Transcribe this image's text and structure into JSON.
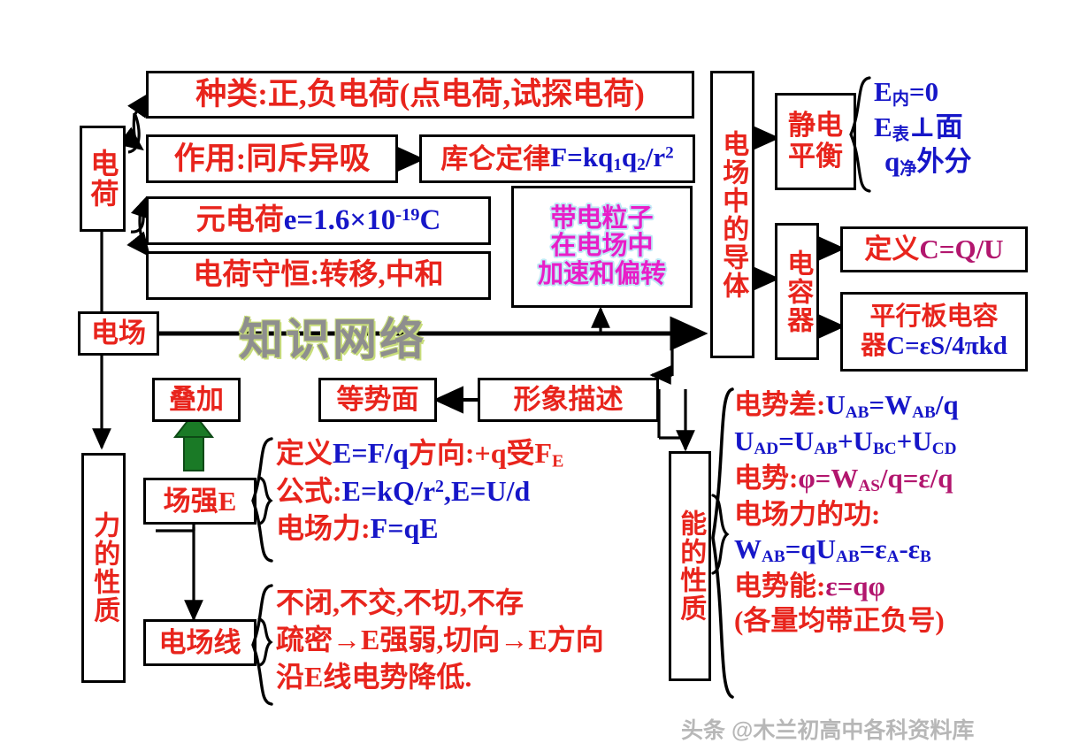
{
  "title": "电场知识网络",
  "watermark_center": "知识网络",
  "watermark_bottom": "头条 @木兰初高中各科资料库",
  "colors": {
    "red": "#e8241c",
    "blue": "#1616c8",
    "magenta": "#b2166e",
    "pink": "#e81ec8",
    "green_arrow": "#1a7a26",
    "watermark_green": "#9ac321",
    "border": "#000000",
    "background": "#ffffff"
  },
  "nodes": {
    "charge": "电荷",
    "field": "电场",
    "kinds": "种类:正,负电荷(点电荷,试探电荷)",
    "action": "作用:同斥异吸",
    "coulomb_label": "库仑定律",
    "coulomb_formula": "F=kq1q2/r²",
    "elementary_label": "元电荷",
    "elementary_formula": "e=1.6×10⁻¹⁹C",
    "conservation": "电荷守恒:转移,中和",
    "particle_line1": "带电粒子",
    "particle_line2": "在电场中",
    "particle_line3": "加速和偏转",
    "conductor": "电场中的导体",
    "electrostatic_eq": "静电平衡",
    "capacitor": "电容器",
    "definition_c_label": "定义",
    "definition_c_formula": "C=Q/U",
    "parallel_plate_label": "平行板电容器",
    "parallel_plate_formula": "C=εS/4πkd",
    "superposition": "叠加",
    "field_strength": "场强E",
    "field_lines": "电场线",
    "force_property": "力的性质",
    "energy_property": "能的性质",
    "equipotential": "等势面",
    "visual_description": "形象描述"
  },
  "eq_static": {
    "l1_a": "E",
    "l1_sub": "内",
    "l1_b": "=0",
    "l2_a": "E",
    "l2_sub": "表",
    "l2_b": "⊥面",
    "l3_a": "q",
    "l3_sub": "净",
    "l3_b": "外分"
  },
  "strength_group": [
    {
      "label": "定义",
      "formula": "E=F/q",
      "tail_red": "方向:+q受F",
      "tail_sub": "E"
    },
    {
      "label": "公式:",
      "formula": "E=kQ/r²,E=U/d",
      "tail_red": "",
      "tail_sub": ""
    },
    {
      "label": "电场力:",
      "formula": "F=qE",
      "tail_red": "",
      "tail_sub": ""
    }
  ],
  "lines_group": [
    "不闭,不交,不切,不存",
    "疏密→E强弱,切向→E方向",
    "沿E线电势降低."
  ],
  "energy_group": {
    "l1_label": "电势差:",
    "l1_u": "U",
    "l1_usub": "AB",
    "l1_eq": "=",
    "l1_w": "W",
    "l1_wsub": "AB",
    "l1_tail": "/q",
    "l2": "U(AD)=U(AB)+U(BC)+U(CD)",
    "l3_label": "电势:",
    "l3_formula": "φ=W(AS)/q=ε/q",
    "l4_label": "电场力的功:",
    "l5": "W(AB)=qU(AB)=ε(A)-ε(B)",
    "l6_label": "电势能:",
    "l6_formula": "ε=qφ",
    "l7": "(各量均带正负号)"
  }
}
